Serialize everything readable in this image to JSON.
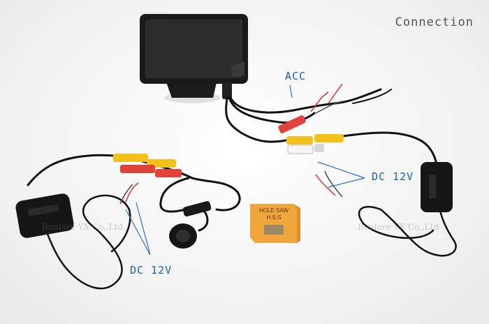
{
  "title": "Connection",
  "labels": {
    "acc": "ACC",
    "dc_right": "DC 12V",
    "dc_left": "DC 12V"
  },
  "watermarks": {
    "left": "Bonlore YX Co.,Ltd",
    "right": "Bonlore YX Co.,Ltd"
  },
  "box": {
    "line1": "HOLE SAW",
    "line2": "H.S.S"
  },
  "colors": {
    "label_blue": "#1a5fb4",
    "annotation_line": "#2a6fd0",
    "cable": "#111111",
    "rca_yellow": "#f2c21b",
    "rca_red": "#e0433a",
    "rca_white": "#f5f5f5",
    "box_orange": "#f0a63a"
  }
}
